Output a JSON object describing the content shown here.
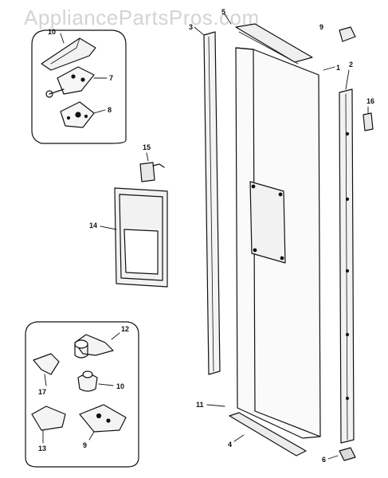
{
  "watermark": "AppliancePartsPros.com",
  "callouts": {
    "p1": "1",
    "p2": "2",
    "p3": "3",
    "p4": "4",
    "p5": "5",
    "p6": "6",
    "p7": "7",
    "p8": "8",
    "p9": "9",
    "p10a": "10",
    "p10b": "10",
    "p11": "11",
    "p12": "12",
    "p13": "13",
    "p14": "14",
    "p15": "15",
    "p16": "16",
    "p17": "17"
  }
}
